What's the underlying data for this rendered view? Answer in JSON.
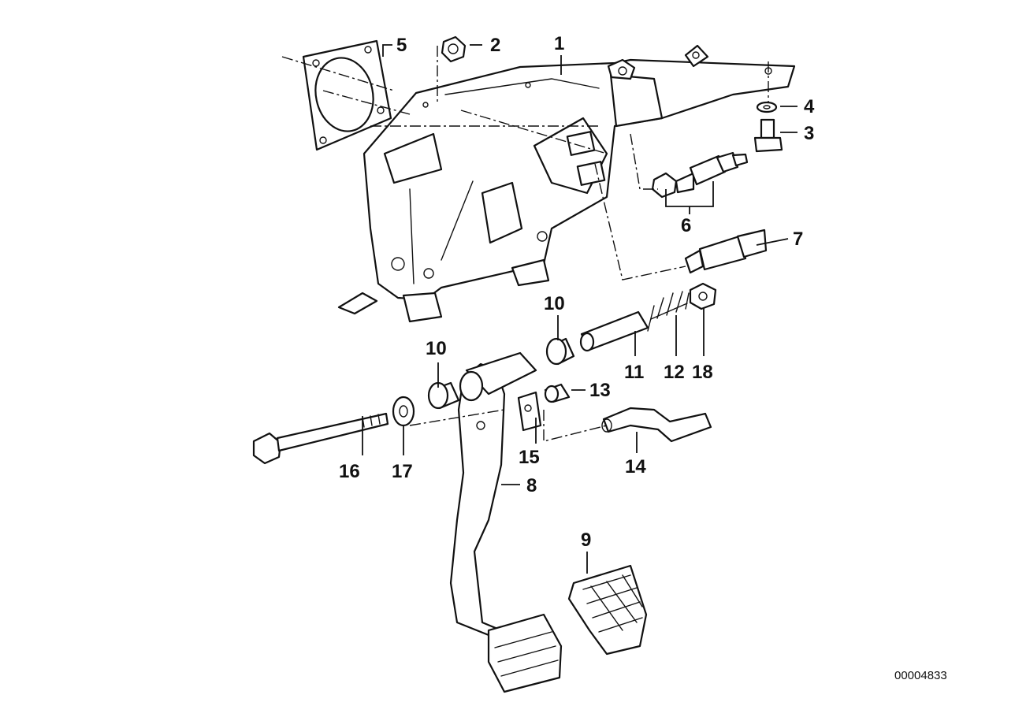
{
  "diagram": {
    "document_number": "00004833",
    "callouts": [
      "1",
      "2",
      "3",
      "4",
      "5",
      "6",
      "7",
      "8",
      "9",
      "10",
      "10",
      "11",
      "12",
      "13",
      "14",
      "15",
      "16",
      "17",
      "18"
    ]
  }
}
